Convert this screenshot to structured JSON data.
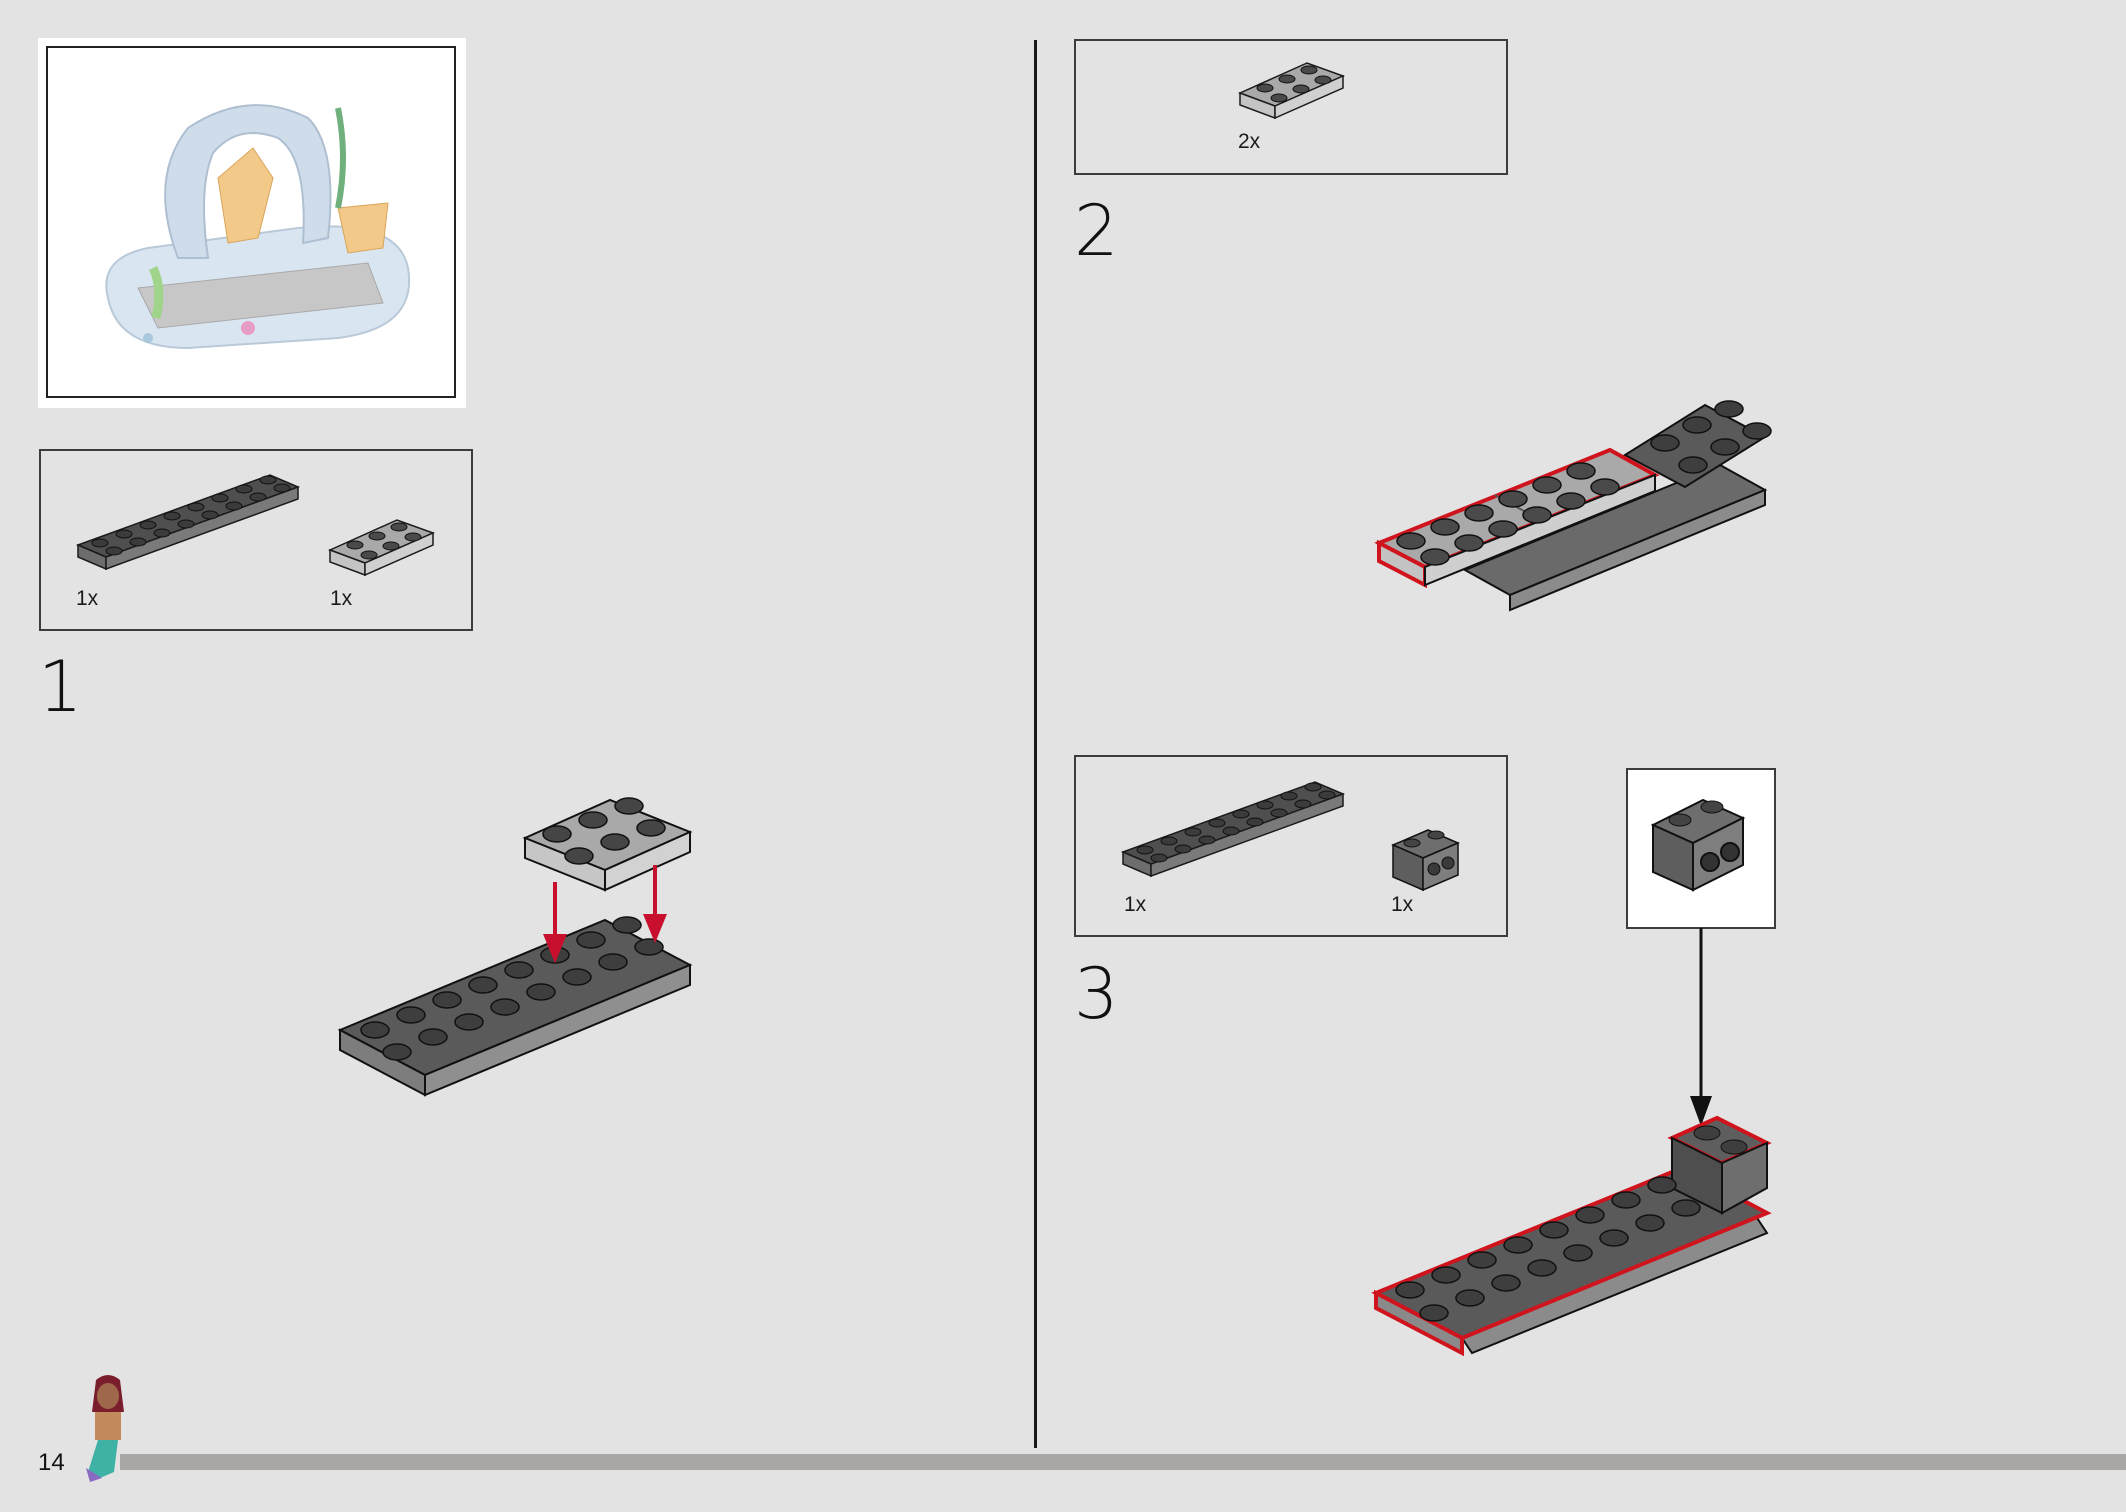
{
  "page": {
    "page_number": "14"
  },
  "step1": {
    "number": "1",
    "parts": [
      {
        "name": "plate-2x8-dark-grey",
        "qty": "1x"
      },
      {
        "name": "plate-2x3-light-grey",
        "qty": "1x"
      }
    ]
  },
  "step2": {
    "number": "2",
    "parts": [
      {
        "name": "plate-2x3-light-grey",
        "qty": "2x"
      }
    ]
  },
  "step3": {
    "number": "3",
    "parts": [
      {
        "name": "plate-2x8-dark-grey",
        "qty": "1x"
      },
      {
        "name": "brick-1x2-with-studs-on-side",
        "qty": "1x"
      }
    ]
  },
  "colors": {
    "background": "#e3e3e3",
    "dark_grey": "#5a5a5a",
    "light_grey": "#a8a8a8",
    "highlight_red": "#d0141e",
    "arrow_red": "#c8102e",
    "footer_bar": "#a9a6a3"
  }
}
